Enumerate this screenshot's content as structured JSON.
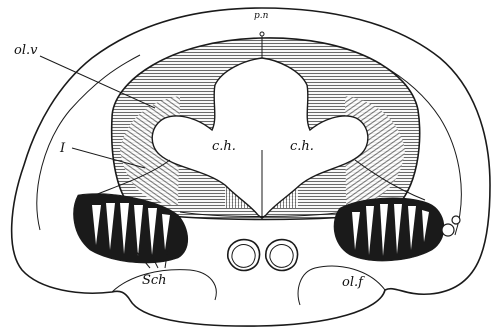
{
  "labels": {
    "top": "p.n",
    "olv": "ol.v",
    "one": "I",
    "ch_left": "c.h.",
    "ch_right": "c.h.",
    "sch": "Sch",
    "olf": "ol.f"
  }
}
